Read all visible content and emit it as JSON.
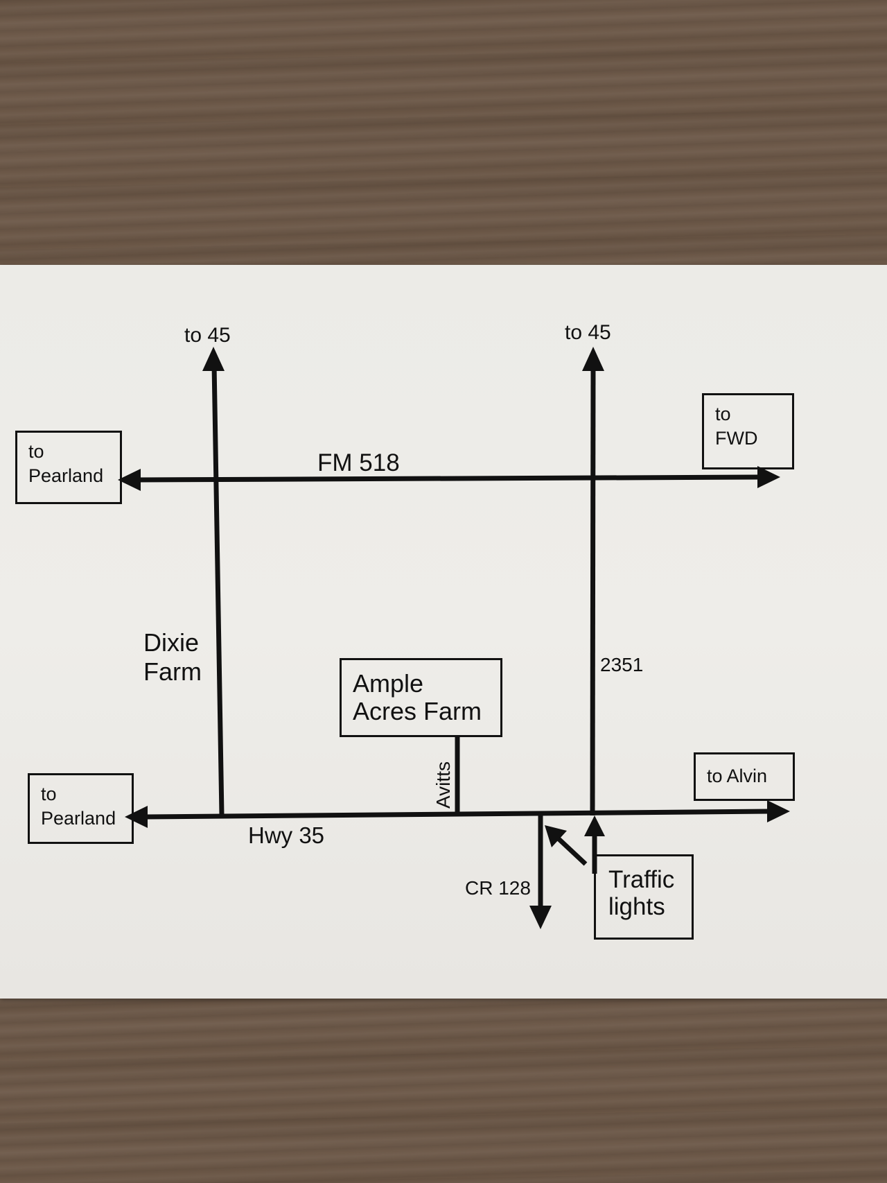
{
  "map": {
    "top_labels": {
      "left_north": "to 45",
      "right_north": "to 45"
    },
    "roads": {
      "fm518": "FM 518",
      "dixie_farm": [
        "Dixie",
        "Farm"
      ],
      "fm2351": "2351",
      "hwy35": "Hwy 35",
      "avitts": "Avitts",
      "cr128": "CR 128"
    },
    "boxes": {
      "pearland_top": [
        "to",
        "Pearland"
      ],
      "fwd": [
        "to",
        "FWD"
      ],
      "destination": [
        "Ample",
        "Acres Farm"
      ],
      "alvin": [
        "to Alvin"
      ],
      "pearland_bottom": [
        "to",
        "Pearland"
      ],
      "traffic": [
        "Traffic",
        "lights"
      ]
    },
    "colors": {
      "ink": "#111111",
      "paper": "#ecebe7",
      "wood": "#6e5a4a"
    }
  }
}
